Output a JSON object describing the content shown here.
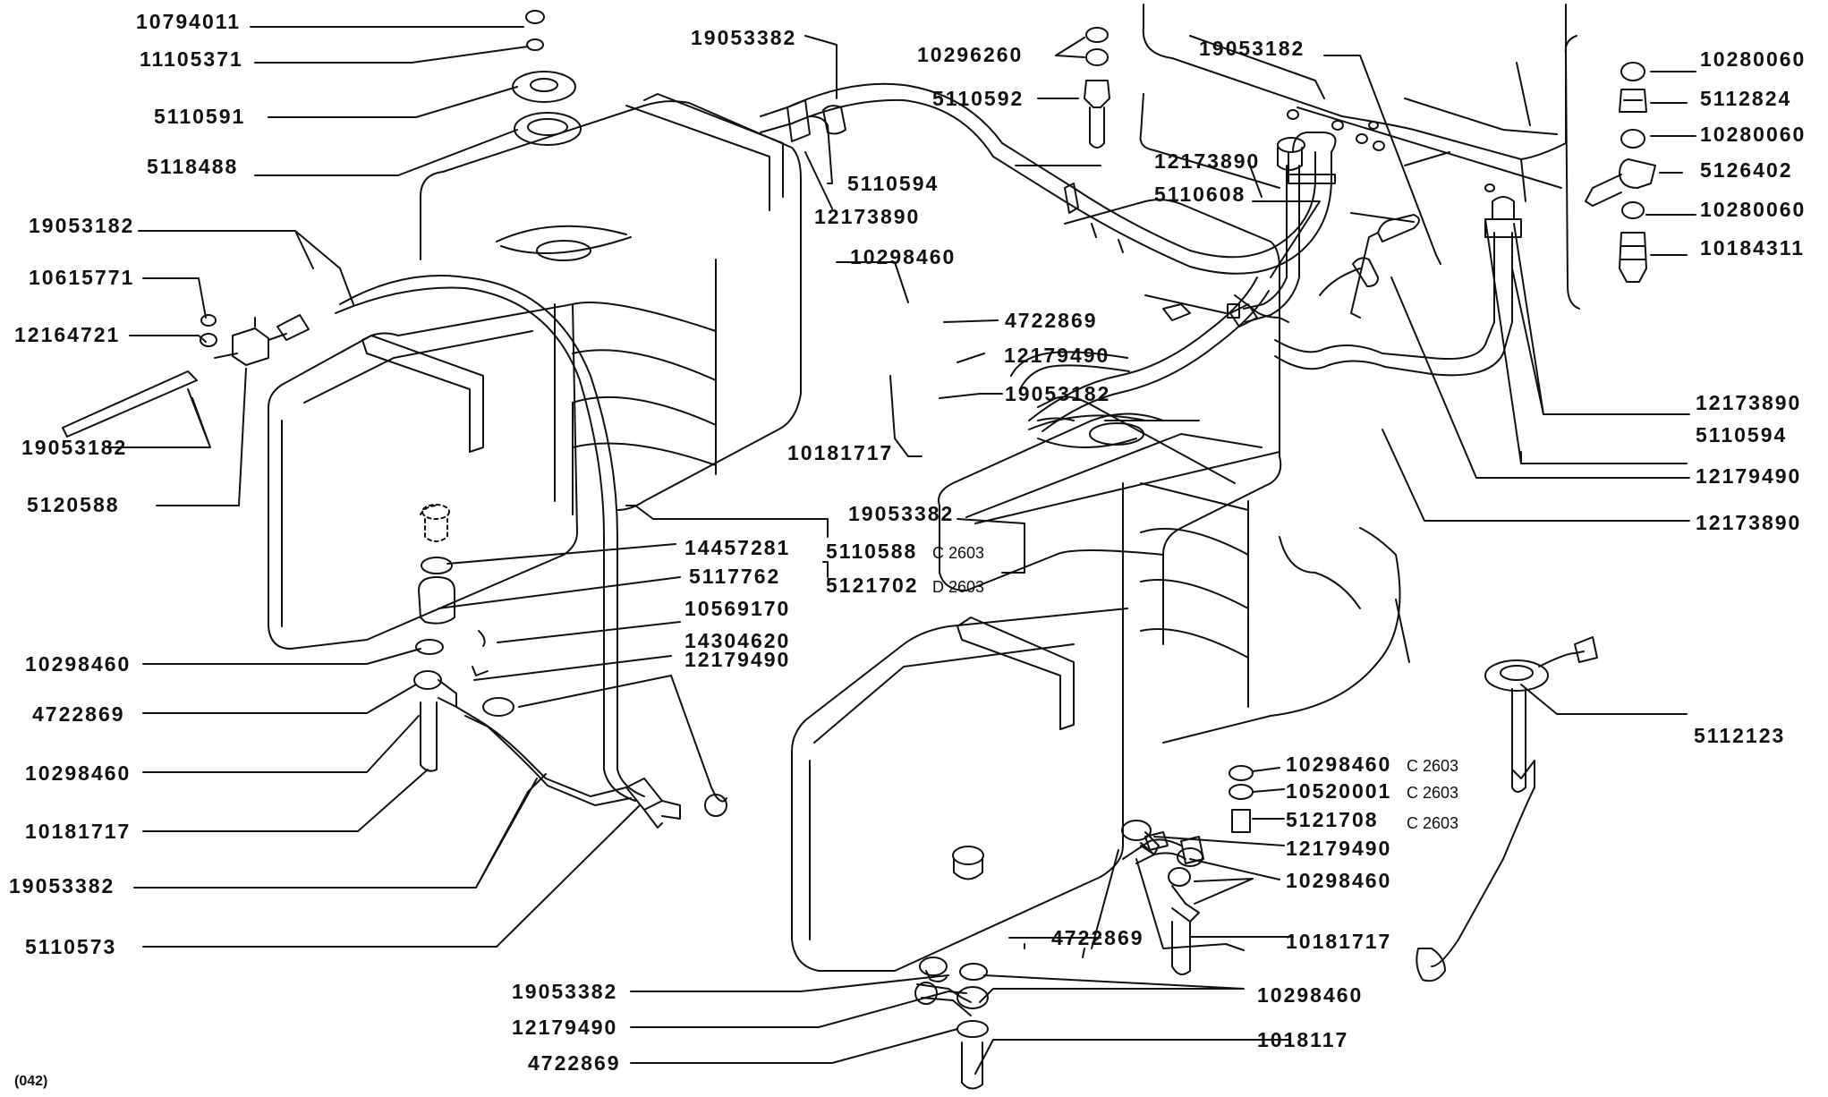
{
  "figure_ref": "(042)",
  "parts": {
    "p10794011": "10794011",
    "p11105371": "11105371",
    "p5110591": "5110591",
    "p5118488": "5118488",
    "p19053182_a": "19053182",
    "p10615771": "10615771",
    "p12164721": "12164721",
    "p19053182_b": "19053182",
    "p5120588": "5120588",
    "p10298460_a": "10298460",
    "p4722869_a": "4722869",
    "p10298460_b": "10298460",
    "p10181717_a": "10181717",
    "p19053382_a": "19053382",
    "p5110573": "5110573",
    "p19053382_top": "19053382",
    "p10296260": "10296260",
    "p5110592": "5110592",
    "p5110594_a": "5110594",
    "p12173890_a": "12173890",
    "p10298460_c": "10298460",
    "p4722869_b": "4722869",
    "p12179490_a": "12179490",
    "p19053182_c": "19053182",
    "p10181717_b": "10181717",
    "p19053382_b": "19053382",
    "p14457281": "14457281",
    "p5117762": "5117762",
    "p10569170": "10569170",
    "p14304620": "14304620",
    "p12179490_b": "12179490",
    "p5110588": "5110588",
    "p5121702": "5121702",
    "p19053182_d": "19053182",
    "p12173890_b": "12173890",
    "p5110608": "5110608",
    "p10280060_a": "10280060",
    "p5112824": "5112824",
    "p10280060_b": "10280060",
    "p5126402": "5126402",
    "p10280060_c": "10280060",
    "p10184311": "10184311",
    "p12173890_c": "12173890",
    "p5110594_b": "5110594",
    "p12179490_c": "12179490",
    "p12173890_d": "12173890",
    "p5112123": "5112123",
    "p10298460_d": "10298460",
    "p10520001": "10520001",
    "p5121708": "5121708",
    "p12179490_d": "12179490",
    "p10298460_e": "10298460",
    "p4722869_c": "4722869",
    "p10181717_c": "10181717",
    "p19053382_c": "19053382",
    "p12179490_e": "12179490",
    "p4722869_d": "4722869",
    "p10298460_f": "10298460",
    "p10181717_d": "1018117"
  },
  "notes": {
    "c2603_a": "C 2603",
    "d2603": "D 2603",
    "c2603_b": "C 2603",
    "c2603_c": "C 2603",
    "c2603_d": "C 2603"
  },
  "stroke_color": "#111111",
  "fill_color": "#ffffff"
}
